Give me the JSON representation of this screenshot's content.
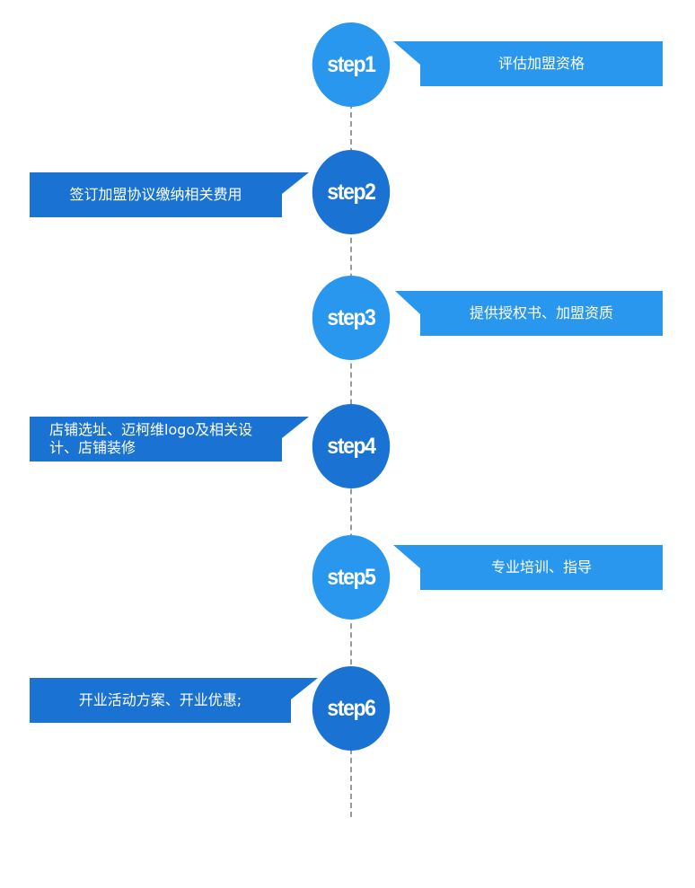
{
  "colors": {
    "light": "#2a97ef",
    "dark": "#1a73d2",
    "line": "#9a9a9a"
  },
  "steps": [
    {
      "label": "step1",
      "text": "评估加盟资格"
    },
    {
      "label": "step2",
      "text": "签订加盟协议缴纳相关费用"
    },
    {
      "label": "step3",
      "text": "提供授权书、加盟资质"
    },
    {
      "label": "step4",
      "text": "店铺选址、迈柯维logo及相关设计、店铺装修"
    },
    {
      "label": "step5",
      "text": "专业培训、指导"
    },
    {
      "label": "step6",
      "text": "开业活动方案、开业优惠;"
    }
  ]
}
